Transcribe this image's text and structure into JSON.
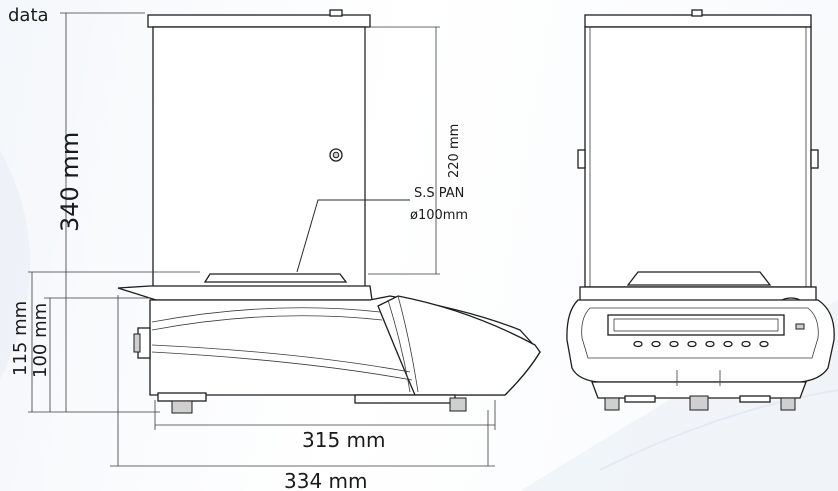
{
  "corner_text": "data",
  "dimensions": {
    "height_total": "340 mm",
    "chamber_height": "220 mm",
    "height_115": "115 mm",
    "height_100": "100 mm",
    "depth_315": "315 mm",
    "depth_334": "334 mm"
  },
  "pan_label": {
    "line1": "S.S  PAN",
    "line2": "ø100mm"
  }
}
